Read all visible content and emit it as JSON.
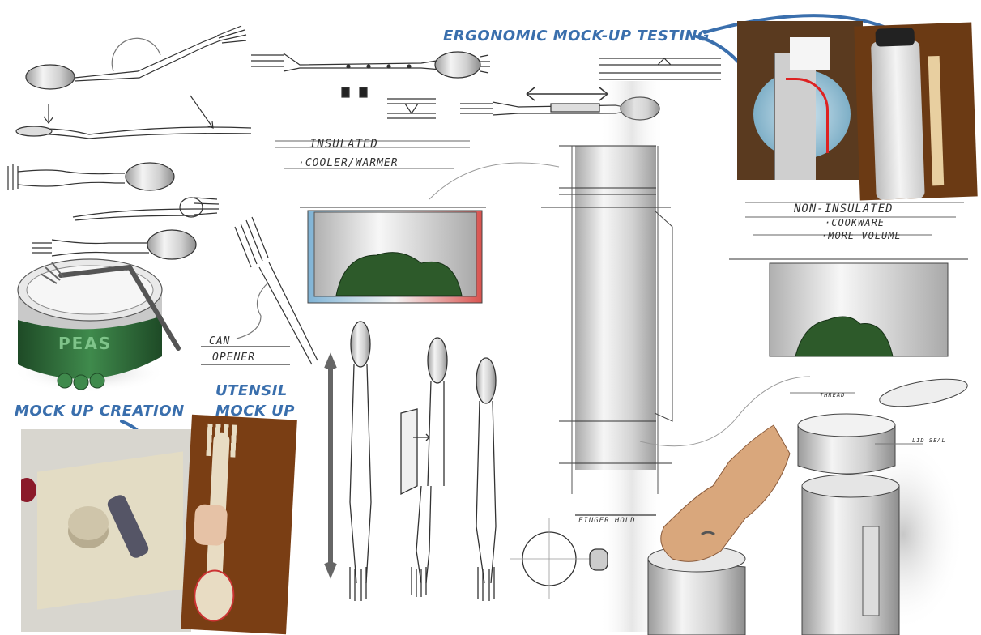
{
  "labels": {
    "ergonomic": "ERGONOMIC MOCK-UP TESTING",
    "mockup_creation": "MOCK UP CREATION",
    "utensil_line1": "UTENSIL",
    "utensil_line2": "MOCK UP"
  },
  "notes": {
    "insulated_title": "INSULATED",
    "insulated_sub": "·COOLER/WARMER",
    "non_insulated_title": "NON-INSULATED",
    "non_insulated_sub1": "·COOKWARE",
    "non_insulated_sub2": "·MORE VOLUME",
    "can_opener_1": "CAN",
    "can_opener_2": "OPENER",
    "finger_hold": "FINGER HOLD",
    "thread": "THREAD",
    "lid_seal": "LID SEAL"
  },
  "can_label": "PEAS",
  "colors": {
    "annotation_blue": "#3a6fad",
    "can_green": "#2f6b3a",
    "food_green": "#2d5a2a",
    "warm_red": "#d9534f",
    "cool_blue": "#7fb3d5",
    "wood": "#8a4a1c",
    "skin": "#d9a77c"
  }
}
